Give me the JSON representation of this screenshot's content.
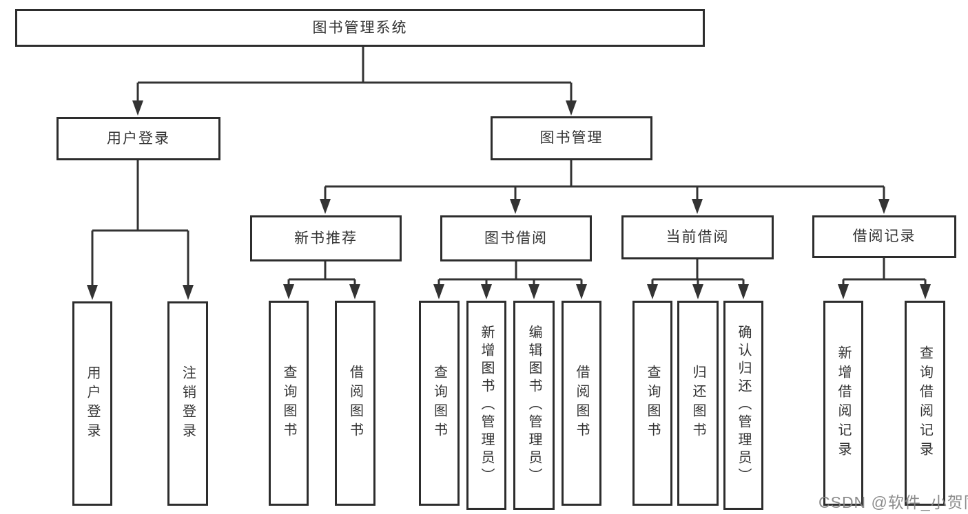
{
  "diagram": {
    "root": {
      "label": "图书管理系统"
    },
    "user_login": {
      "label": "用户登录",
      "children": {
        "login": "用户登录",
        "logout": "注销登录"
      }
    },
    "book_mgmt": {
      "label": "图书管理"
    },
    "new_book_rec": {
      "label": "新书推荐",
      "children": {
        "query": "查询图书",
        "borrow": "借阅图书"
      }
    },
    "book_borrow": {
      "label": "图书借阅",
      "children": {
        "query": "查询图书",
        "add": "新增图书（管理员）",
        "edit": "编辑图书（管理员）",
        "borrow": "借阅图书"
      }
    },
    "current_borrow": {
      "label": "当前借阅",
      "children": {
        "query": "查询图书",
        "return": "归还图书",
        "confirm": "确认归还（管理员）"
      }
    },
    "borrow_record": {
      "label": "借阅记录",
      "children": {
        "add": "新增借阅记录",
        "query": "查询借阅记录"
      }
    }
  },
  "watermark": {
    "text": "CSDN @软件_小贺同学"
  },
  "colors": {
    "line": "#333333",
    "box_border": "#2d2d2d",
    "text": "#333333",
    "background": "#ffffff",
    "watermark": "#828282"
  }
}
